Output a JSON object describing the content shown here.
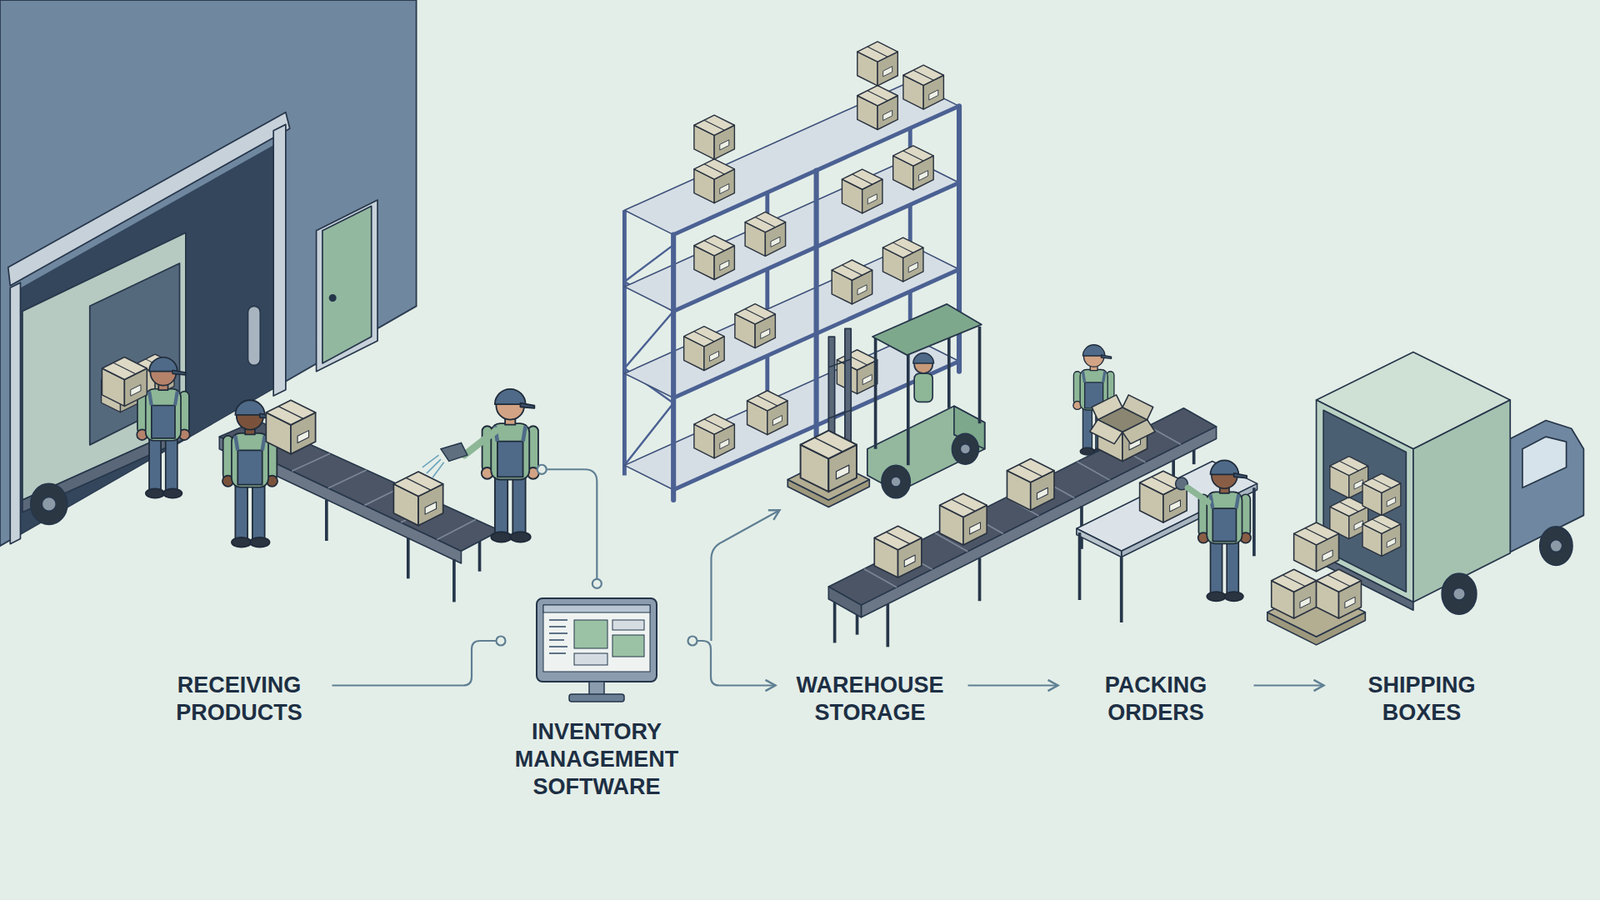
{
  "diagram": {
    "nodes": [
      {
        "text": [
          "RECEIVING PRODUCTS"
        ]
      },
      {
        "text": [
          "INVENTORY MANAGEMENT SOFTWARE"
        ]
      },
      {
        "text": [
          "WAREHOUSE STORAGE"
        ]
      },
      {
        "text": [
          "PACKING ORDERS"
        ]
      },
      {
        "text": [
          "SHIPPING BOXES"
        ]
      }
    ],
    "edges": [
      {
        "from": 0,
        "to": 1,
        "arrow": "none"
      },
      {
        "from": 1,
        "to": 2,
        "arrow": "to"
      },
      {
        "from": 2,
        "to": 3,
        "arrow": "to"
      },
      {
        "from": 3,
        "to": 4,
        "arrow": "to"
      }
    ]
  }
}
